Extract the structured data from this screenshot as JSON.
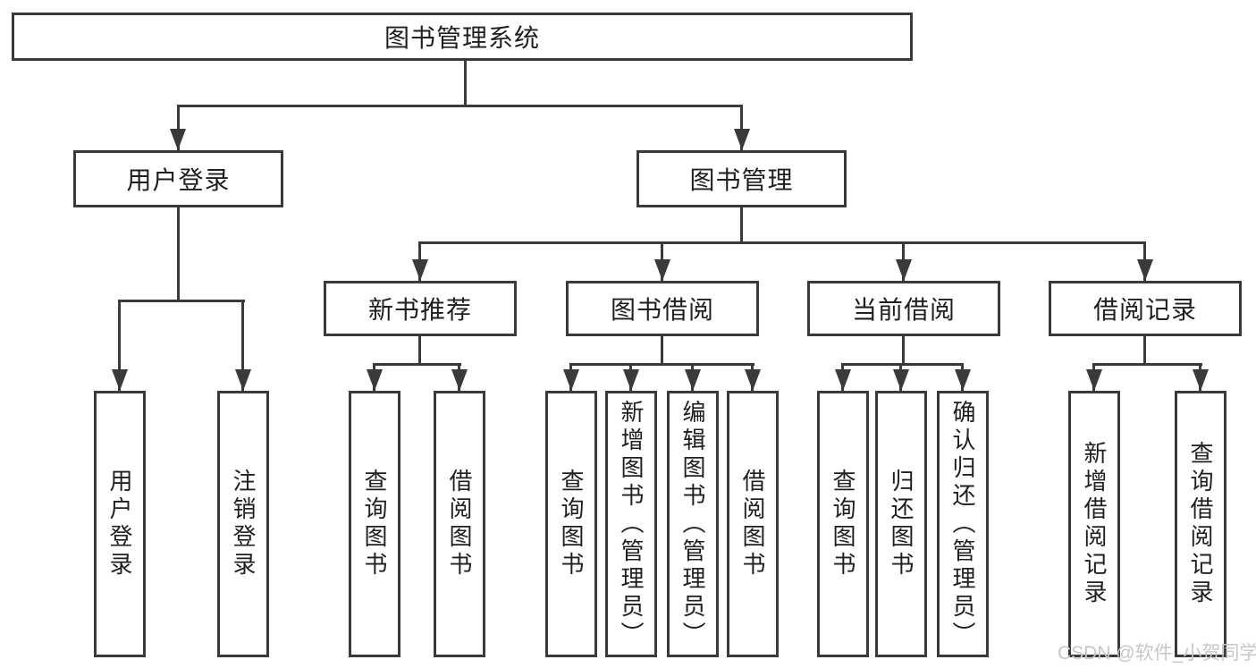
{
  "diagram": {
    "title": "图书管理系统",
    "background_color": "#ffffff",
    "line_color": "#3a3a3a",
    "text_color": "#1f1f1f",
    "nodes": [
      {
        "label": "图书管理系统",
        "level": 1,
        "parent": null
      },
      {
        "label": "用户登录",
        "level": 2,
        "parent": "图书管理系统"
      },
      {
        "label": "图书管理",
        "level": 2,
        "parent": "图书管理系统"
      },
      {
        "label": "新书推荐",
        "level": 3,
        "parent": "图书管理"
      },
      {
        "label": "图书借阅",
        "level": 3,
        "parent": "图书管理"
      },
      {
        "label": "当前借阅",
        "level": 3,
        "parent": "图书管理"
      },
      {
        "label": "借阅记录",
        "level": 3,
        "parent": "图书管理"
      },
      {
        "label": "用户登录",
        "level": 4,
        "parent": "用户登录"
      },
      {
        "label": "注销登录",
        "level": 4,
        "parent": "用户登录"
      },
      {
        "label": "查询图书",
        "level": 4,
        "parent": "新书推荐"
      },
      {
        "label": "借阅图书",
        "level": 4,
        "parent": "新书推荐"
      },
      {
        "label": "查询图书",
        "level": 4,
        "parent": "图书借阅"
      },
      {
        "label": "新增图书（管理员）",
        "level": 4,
        "parent": "图书借阅"
      },
      {
        "label": "编辑图书（管理员）",
        "level": 4,
        "parent": "图书借阅"
      },
      {
        "label": "借阅图书",
        "level": 4,
        "parent": "图书借阅"
      },
      {
        "label": "查询图书",
        "level": 4,
        "parent": "当前借阅"
      },
      {
        "label": "归还图书",
        "level": 4,
        "parent": "当前借阅"
      },
      {
        "label": "确认归还（管理员）",
        "level": 4,
        "parent": "当前借阅"
      },
      {
        "label": "新增借阅记录",
        "level": 4,
        "parent": "借阅记录"
      },
      {
        "label": "查询借阅记录",
        "level": 4,
        "parent": "借阅记录"
      }
    ]
  },
  "watermark": {
    "text": "CSDN @软件_小贺同学",
    "color": "#c7c7c7"
  }
}
